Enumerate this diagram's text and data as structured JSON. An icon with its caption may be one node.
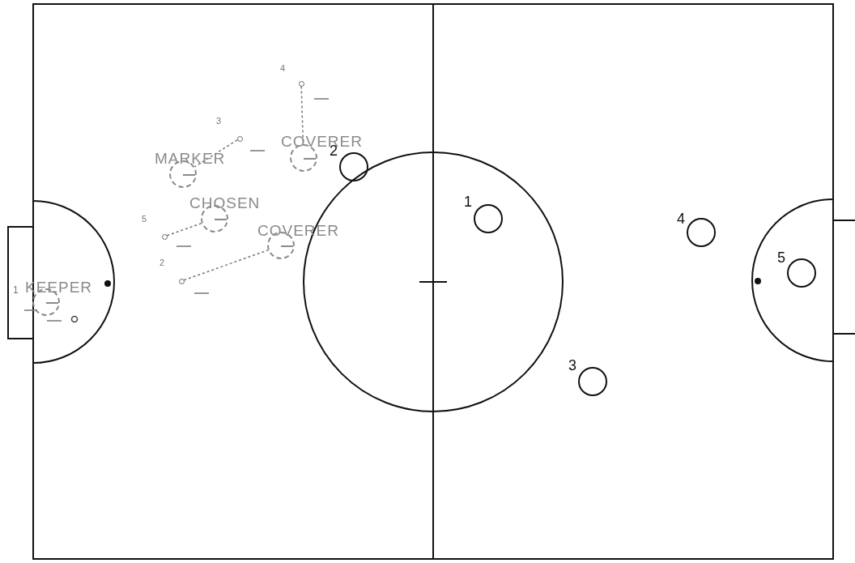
{
  "diagram": {
    "nodes": [
      {
        "text": [
          "COVERER"
        ]
      },
      {
        "text": [
          "4"
        ]
      },
      {
        "text": [
          "3"
        ]
      },
      {
        "text": [
          "MARKER"
        ]
      },
      {
        "text": [
          "CHOSEN"
        ]
      },
      {
        "text": [
          "5"
        ]
      },
      {
        "text": [
          "COVERER"
        ]
      },
      {
        "text": [
          "2"
        ]
      },
      {
        "text": [
          "KEEPER"
        ]
      },
      {
        "text": [
          "2"
        ]
      },
      {
        "text": [
          "1"
        ]
      },
      {
        "text": [
          "4"
        ]
      },
      {
        "text": [
          "5"
        ]
      },
      {
        "text": [
          "3"
        ]
      }
    ],
    "edges": [
      {
        "from": 1,
        "to": 0,
        "arrow": "none",
        "style": "dashed"
      },
      {
        "from": 2,
        "to": 3,
        "arrow": "none",
        "style": "dashed"
      },
      {
        "from": 5,
        "to": 4,
        "arrow": "none",
        "style": "dashed"
      },
      {
        "from": 7,
        "to": 6,
        "arrow": "none",
        "style": "dashed"
      }
    ],
    "labels": [
      "1"
    ]
  }
}
